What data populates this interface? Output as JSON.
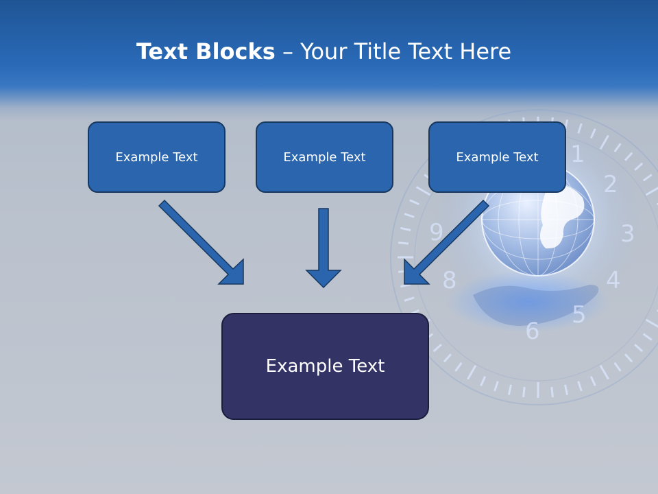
{
  "slide": {
    "title_bold": "Text Blocks",
    "title_dash": " – ",
    "title_rest": "Your Title Text Here"
  },
  "boxes": {
    "top": [
      {
        "label": "Example Text"
      },
      {
        "label": "Example Text"
      },
      {
        "label": "Example Text"
      }
    ],
    "main": {
      "label": "Example Text"
    }
  },
  "colors": {
    "header": "#2a6ab8",
    "box_fill": "#2a65ad",
    "box_border": "#17375e",
    "main_fill": "#333366",
    "arrow_fill": "#2a65ad"
  },
  "clock_numerals": [
    "1",
    "2",
    "3",
    "4",
    "5",
    "6",
    "8",
    "9"
  ]
}
